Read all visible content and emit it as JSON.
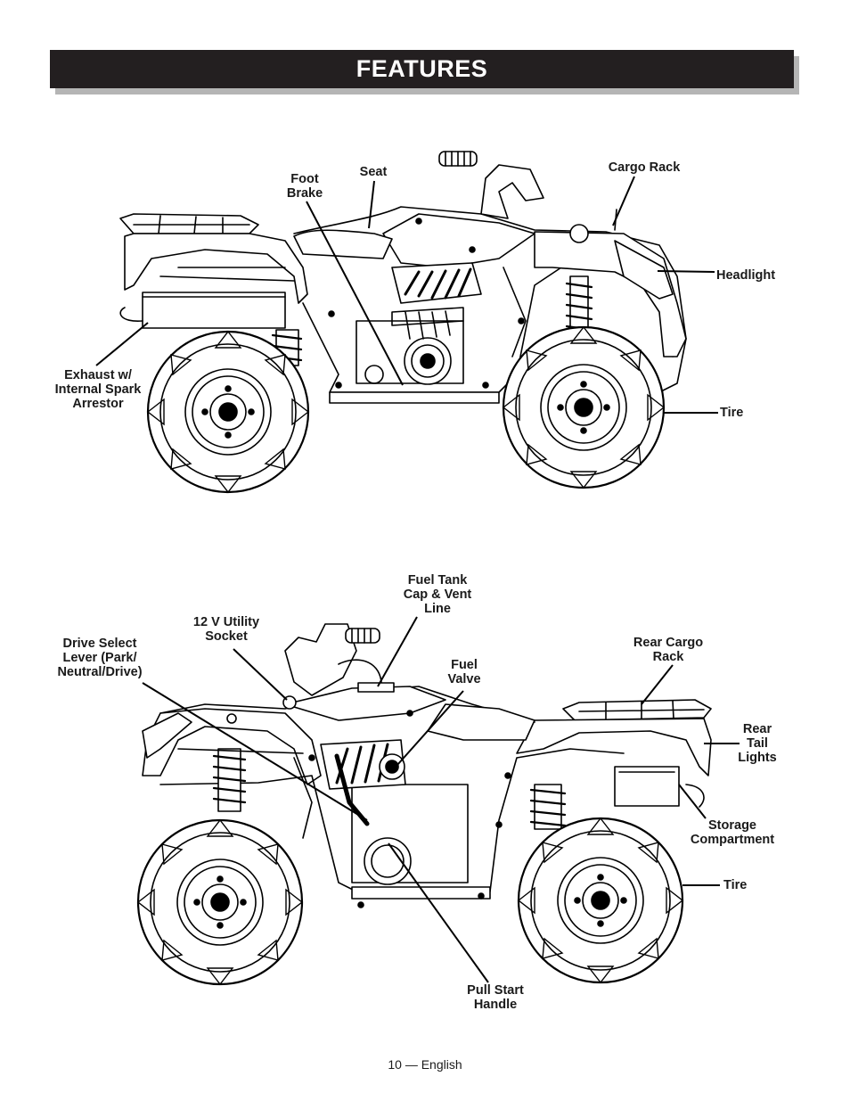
{
  "title": "FEATURES",
  "top_view": {
    "labels": {
      "foot_brake": "Foot\nBrake",
      "seat": "Seat",
      "cargo_rack": "Cargo Rack",
      "headlight": "Headlight",
      "exhaust": "Exhaust w/\nInternal Spark\nArrestor",
      "tire": "Tire"
    }
  },
  "bottom_view": {
    "labels": {
      "fuel_tank_cap": "Fuel Tank\nCap & Vent\nLine",
      "utility_socket": "12 V Utility\nSocket",
      "drive_select": "Drive Select\nLever (Park/\nNeutral/Drive)",
      "fuel_valve": "Fuel\nValve",
      "rear_cargo_rack": "Rear Cargo\nRack",
      "rear_tail_lights": "Rear\nTail\nLights",
      "storage_compartment": "Storage\nCompartment",
      "tire": "Tire",
      "pull_start": "Pull Start\nHandle"
    }
  },
  "footer": "10 — English"
}
